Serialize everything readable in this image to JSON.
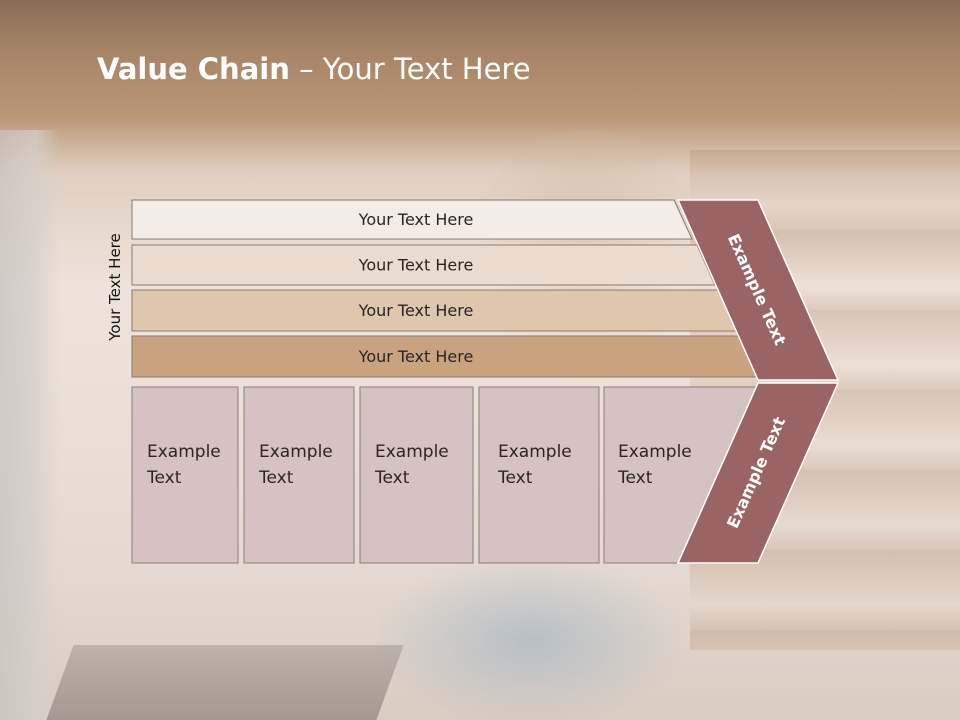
{
  "title": {
    "bold": "Value Chain",
    "rest": " – Your Text Here"
  },
  "side_label": "Your Text Here",
  "bars": [
    {
      "label": "Your Text Here",
      "color": "#f3ece7"
    },
    {
      "label": "Your Text Here",
      "color": "#ecdccf"
    },
    {
      "label": "Your Text Here",
      "color": "#dfc7ad"
    },
    {
      "label": "Your Text Here",
      "color": "#c9a280"
    }
  ],
  "boxes": [
    {
      "text": "Example\nText"
    },
    {
      "text": "Example\nText"
    },
    {
      "text": "Example\nText"
    },
    {
      "text": "Example\nText"
    },
    {
      "text": "Example\nText"
    }
  ],
  "chevron": {
    "upper": "Example Text",
    "lower": "Example Text",
    "color": "#9a6465"
  },
  "box_color": "#d7c2c3"
}
